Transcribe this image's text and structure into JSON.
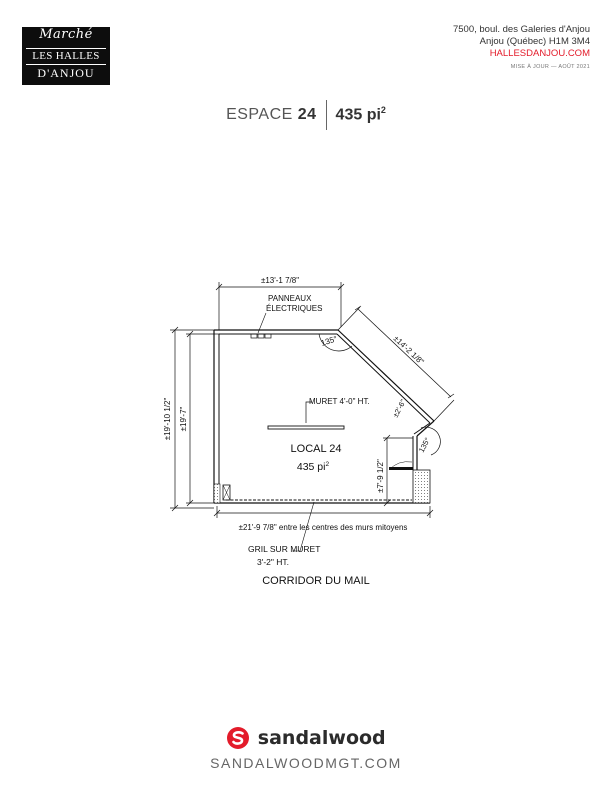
{
  "logo": {
    "script": "Marché",
    "line1": "LES HALLES",
    "line2": "D'ANJOU"
  },
  "address": {
    "street": "7500, boul. des Galeries d'Anjou",
    "city": "Anjou (Québec)  H1M 3M4",
    "url": "HALLESDANJOU.COM",
    "update": "MISE À JOUR — AOÛT 2021"
  },
  "title": {
    "space_label": "ESPACE",
    "space_number": "24",
    "area": "435 pi",
    "area_unit_sup": "2"
  },
  "plan": {
    "dim_top": "±13'-1 7/8\"",
    "panneaux_line1": "PANNEAUX",
    "panneaux_line2": "ÉLECTRIQUES",
    "angle_1": "135°",
    "dim_diag": "±14'-2 1/8\"",
    "dim_small": "±2'-6\"",
    "angle_2": "135°",
    "dim_left_outer": "±19'-10 1/2\"",
    "dim_left_inner": "±19'-7\"",
    "muret": "MURET 4'-0\" HT.",
    "local": "LOCAL 24",
    "local_area": "435 pi",
    "local_area_sup": "2",
    "dim_right": "±7'-9 1/2\"",
    "dim_bottom": "±21'-9 7/8\" entre les centres des murs mitoyens",
    "gril_line1": "GRIL SUR MURET",
    "gril_line2": "3'-2\" HT.",
    "corridor": "CORRIDOR DU MAIL"
  },
  "footer": {
    "brand": "sandalwood",
    "url": "SANDALWOODMGT.COM"
  },
  "colors": {
    "accent_red": "#e31b2a",
    "logo_bg": "#0d0d0d"
  }
}
